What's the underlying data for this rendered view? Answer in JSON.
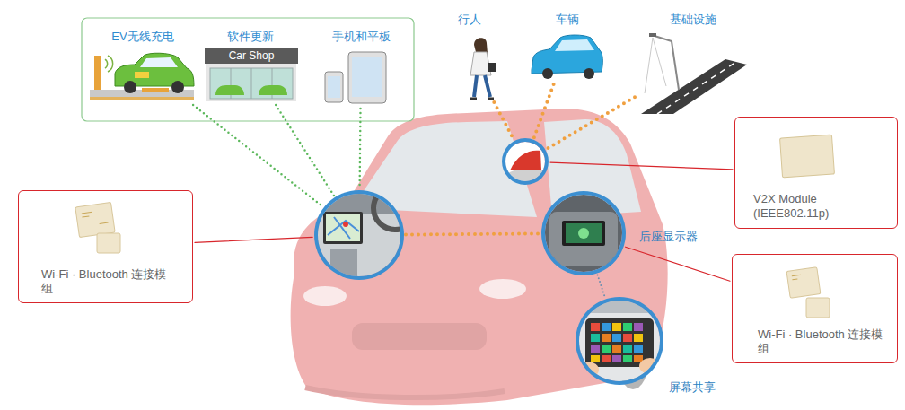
{
  "diagram": {
    "nodes": [
      {
        "text": [
          "EV无线充电"
        ]
      },
      {
        "text": [
          "软件更新"
        ]
      },
      {
        "text": [
          "手机和平板"
        ]
      },
      {
        "text": [
          "行人"
        ]
      },
      {
        "text": [
          "车辆"
        ]
      },
      {
        "text": [
          "基础设施"
        ]
      },
      {
        "text": [
          "Wi-Fi · Bluetooth 连接模组"
        ]
      },
      {
        "text": []
      },
      {
        "text": []
      },
      {
        "text": [
          "V2X Module (IEEE802.11p)"
        ]
      },
      {
        "text": [
          "后座显示器"
        ]
      },
      {
        "text": [
          "Wi-Fi · Bluetooth 连接模组"
        ]
      },
      {
        "text": [
          "屏幕共享"
        ]
      }
    ],
    "edges": [
      {
        "from": 0,
        "to": 7,
        "arrow": "none"
      },
      {
        "from": 1,
        "to": 7,
        "arrow": "none"
      },
      {
        "from": 2,
        "to": 7,
        "arrow": "none"
      },
      {
        "from": 3,
        "to": 8,
        "arrow": "none"
      },
      {
        "from": 4,
        "to": 8,
        "arrow": "none"
      },
      {
        "from": 5,
        "to": 8,
        "arrow": "none"
      },
      {
        "from": 6,
        "to": 7,
        "arrow": "none"
      },
      {
        "from": 9,
        "to": 8,
        "arrow": "none"
      },
      {
        "from": 7,
        "to": 10,
        "arrow": "none"
      },
      {
        "from": 11,
        "to": 10,
        "arrow": "none"
      },
      {
        "from": 10,
        "to": 12,
        "arrow": "none"
      }
    ],
    "labels": [
      "Car Shop"
    ]
  }
}
